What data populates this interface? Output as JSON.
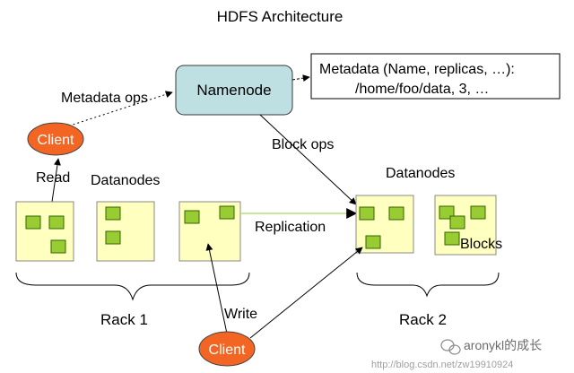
{
  "title": "HDFS Architecture",
  "namenode": {
    "label": "Namenode"
  },
  "metadata": {
    "line1": "Metadata (Name, replicas, …):",
    "line2": "/home/foo/data, 3, …"
  },
  "labels": {
    "metadata_ops": "Metadata ops",
    "block_ops": "Block ops",
    "read": "Read",
    "write": "Write",
    "replication": "Replication",
    "blocks": "Blocks",
    "datanodes_left": "Datanodes",
    "datanodes_right": "Datanodes",
    "rack1": "Rack 1",
    "rack2": "Rack 2"
  },
  "clients": {
    "top": "Client",
    "bottom": "Client"
  },
  "watermark": {
    "brand": "aronykl的成长",
    "url": "http://blog.csdn.net/zw19910924"
  },
  "colors": {
    "namenode_fill": "#bfe0e3",
    "datanode_fill": "#ffffc0",
    "block_fill": "#99cc33",
    "client_fill": "#f26522",
    "replication_line": "#b8e07a"
  }
}
